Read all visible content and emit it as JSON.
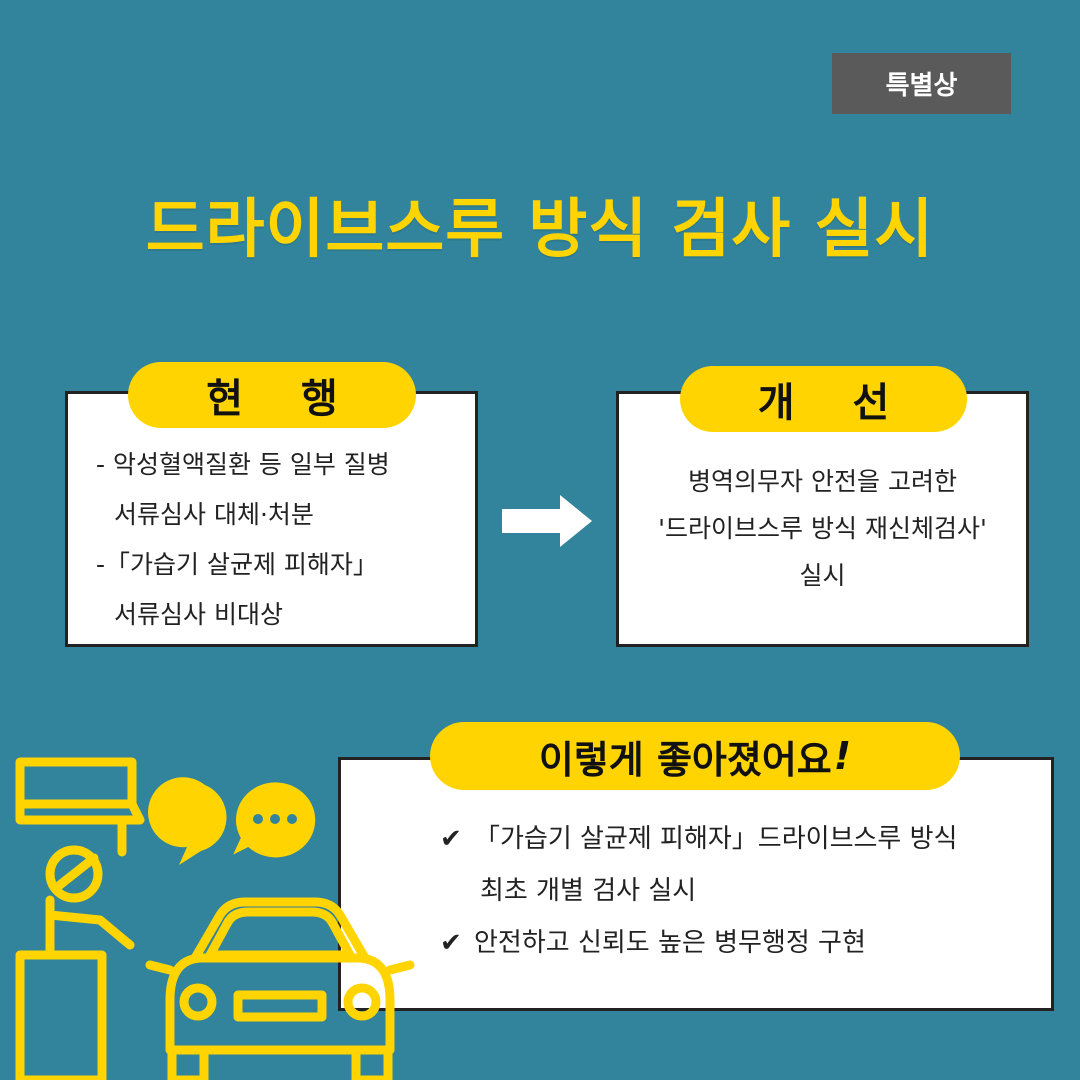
{
  "badge": "특별상",
  "title": "드라이브스루 방식 검사 실시",
  "current": {
    "label": "현 행",
    "items": [
      {
        "line1": "- 악성혈액질환 등 일부 질병",
        "line2": "서류심사 대체·처분"
      },
      {
        "line1": "-「가습기 살균제 피해자」",
        "line2": "서류심사 비대상"
      }
    ]
  },
  "improved": {
    "label": "개 선",
    "lines": [
      "병역의무자 안전을 고려한",
      "'드라이브스루 방식 재신체검사'",
      "실시"
    ]
  },
  "benefits": {
    "label": "이렇게 좋아졌어요",
    "exclaim": "!",
    "check_glyph": "✔",
    "items": [
      {
        "line1": "「가습기 살균제 피해자」드라이브스루 방식",
        "line2": "최초 개별 검사 실시"
      },
      {
        "line1": "안전하고 신뢰도 높은 병무행정 구현"
      }
    ]
  },
  "icons": {
    "arrow": "right-arrow-icon",
    "speech": "speech-bubbles-icon",
    "booth": "drive-thru-booth-icon",
    "car": "car-icon"
  },
  "colors": {
    "background": "#31849b",
    "accent": "#ffd400",
    "badge": "#5a5a5a",
    "box": "#ffffff"
  }
}
